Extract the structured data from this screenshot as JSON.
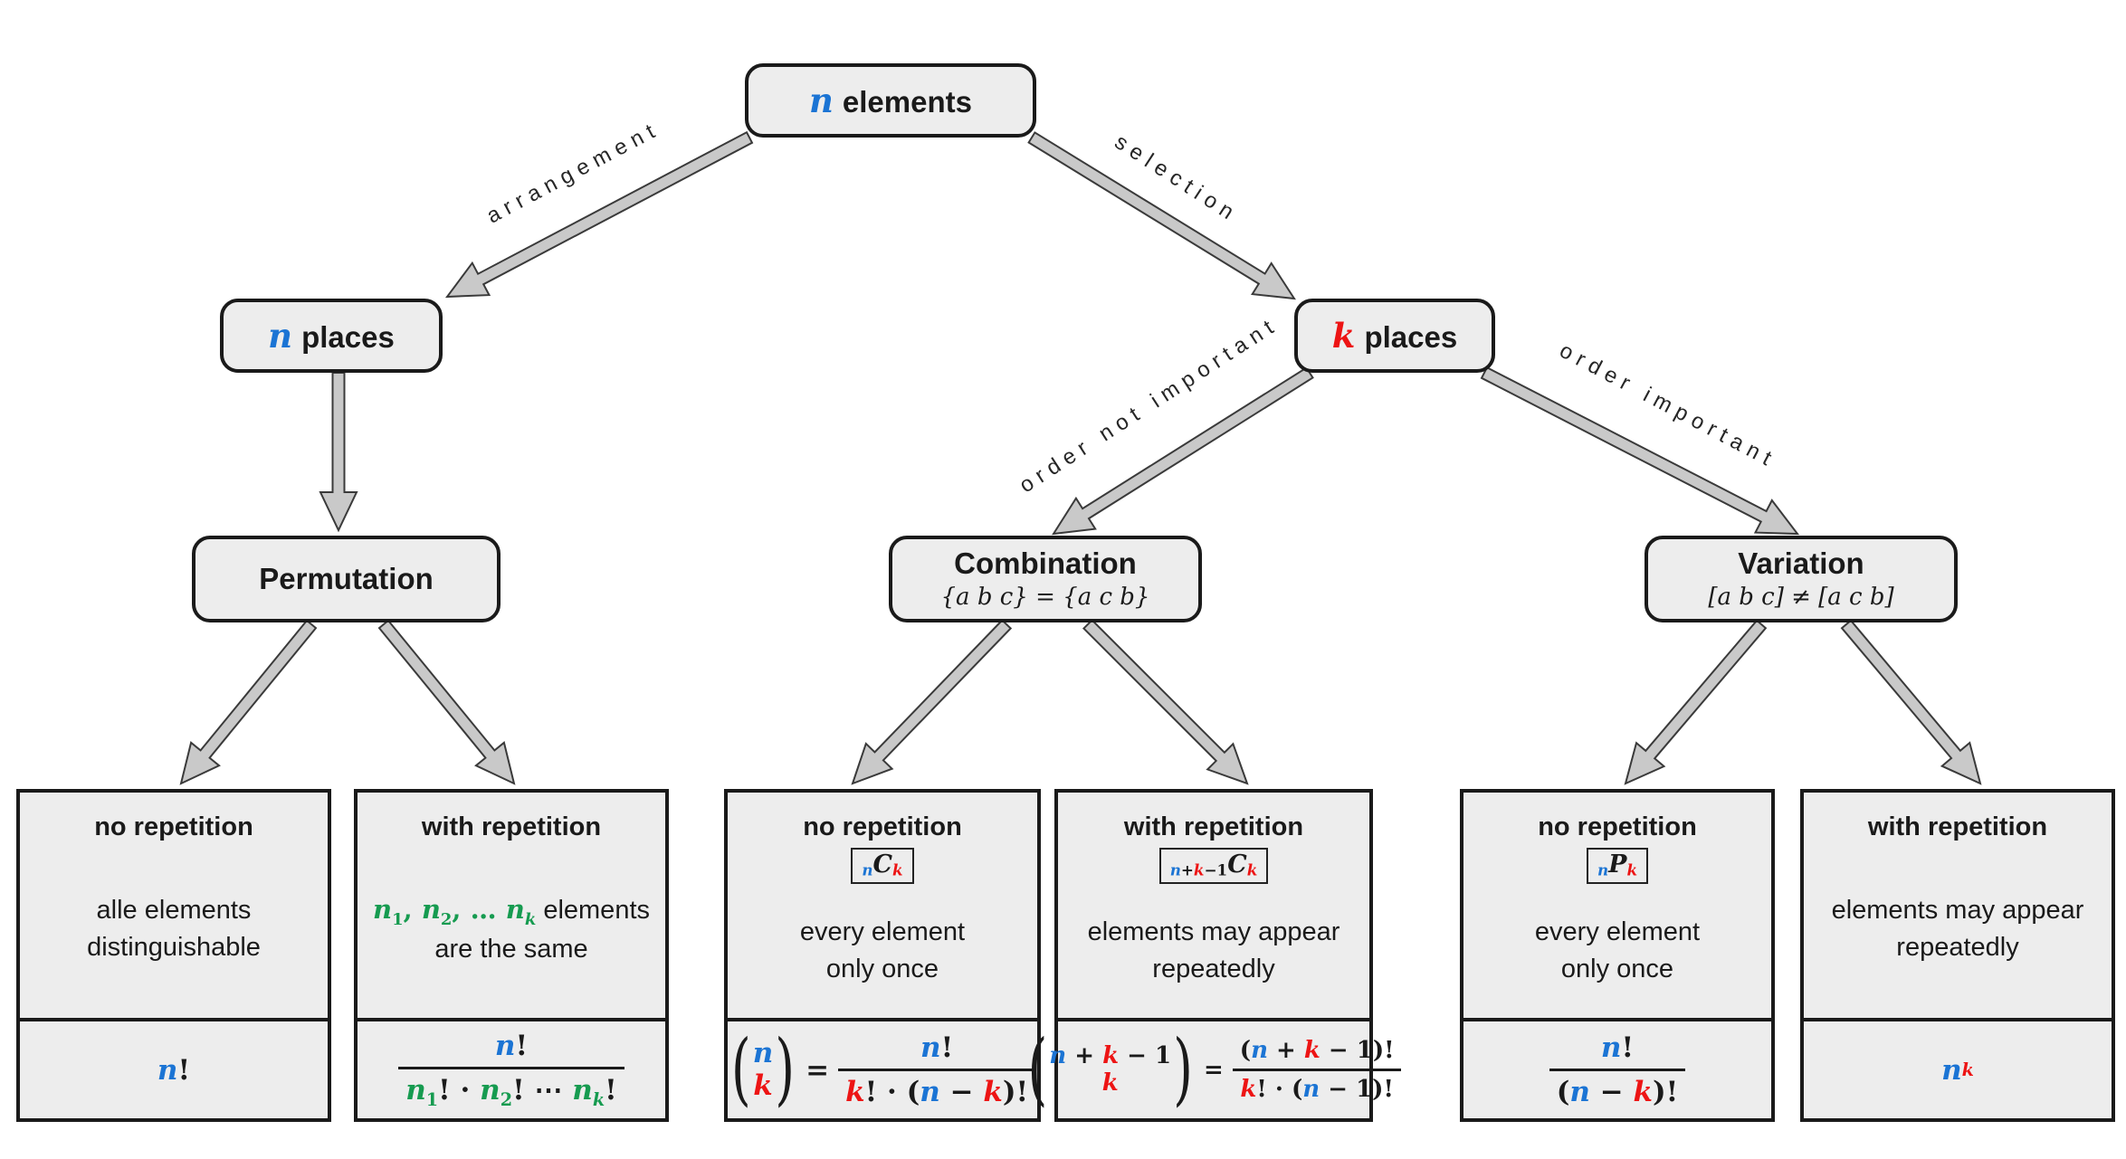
{
  "colors": {
    "blue": "#1b74d4",
    "red": "#ed1414",
    "green": "#169b50",
    "box_fill": "#ededed",
    "box_border": "#1a1a1a",
    "arrow_fill": "#c9c9c9",
    "arrow_outline": "#3a3a3a"
  },
  "nodes": {
    "root": {
      "var": "n",
      "rest": "elements"
    },
    "n_places": {
      "var": "n",
      "rest": "places"
    },
    "k_places": {
      "var": "k",
      "rest": "places"
    },
    "permutation": {
      "title": "Permutation"
    },
    "combination": {
      "title": "Combination",
      "example": "{a b c} = {a c b}"
    },
    "variation": {
      "title": "Variation",
      "example": "[a b c] ≠ [a c b]"
    }
  },
  "edges": {
    "arrangement": "arrangement",
    "selection": "selection",
    "order_not_important": "order not important",
    "order_important": "order important"
  },
  "leaves": {
    "perm_no": {
      "title": "no repetition",
      "desc1": "alle elements",
      "desc2": "distinguishable",
      "formula": {
        "n": "n",
        "bang": "!"
      }
    },
    "perm_with": {
      "title": "with repetition",
      "descm": {
        "a": "n",
        "as": "1",
        "sep1": ", ",
        "b": "n",
        "bs": "2",
        "sep2": ", … ",
        "c": "n",
        "cs": "k"
      },
      "desc1": "elements",
      "desc2": "are the same",
      "formula": {
        "num_n": "n",
        "num_bang": "!",
        "d1n": "n",
        "d1s": "1",
        "d1x": "! · ",
        "d2n": "n",
        "d2s": "2",
        "d2x": "! ⋯ ",
        "dkn": "n",
        "dks": "k",
        "dkx": "!"
      }
    },
    "comb_no": {
      "title": "no repetition",
      "badge": {
        "s1": "n",
        "letter": "C",
        "s2": "k"
      },
      "desc1": "every element",
      "desc2": "only once",
      "formula": {
        "top": "n",
        "bot": "k",
        "eq": "=",
        "num_n": "n",
        "num_bang": "!",
        "den_k": "k",
        "den_a": "! · (",
        "den_n": "n",
        "den_b": " − ",
        "den_k2": "k",
        "den_c": ")!"
      }
    },
    "comb_with": {
      "title": "with repetition",
      "badge": {
        "sn": "n",
        "sp": "+",
        "sk": "k",
        "sm": "−1",
        "letter": "C",
        "s2": "k"
      },
      "desc1": "elements may appear",
      "desc2": "repeatedly",
      "formula": {
        "t_n": "n",
        "t_p": " + ",
        "t_k": "k",
        "t_m": " − 1",
        "bot": "k",
        "eq": "=",
        "num_a": "(",
        "num_n": "n",
        "num_p": " + ",
        "num_k": "k",
        "num_m": " − 1)!",
        "den_k": "k",
        "den_a": "! · (",
        "den_n": "n",
        "den_b": " − 1)!"
      }
    },
    "var_no": {
      "title": "no repetition",
      "badge": {
        "s1": "n",
        "letter": "P",
        "s2": "k"
      },
      "desc1": "every element",
      "desc2": "only once",
      "formula": {
        "num_n": "n",
        "num_bang": "!",
        "den_a": "(",
        "den_n": "n",
        "den_b": " − ",
        "den_k": "k",
        "den_c": ")!"
      }
    },
    "var_with": {
      "title": "with repetition",
      "desc1": "elements may appear",
      "desc2": "repeatedly",
      "formula": {
        "base": "n",
        "sup": "k"
      }
    }
  }
}
